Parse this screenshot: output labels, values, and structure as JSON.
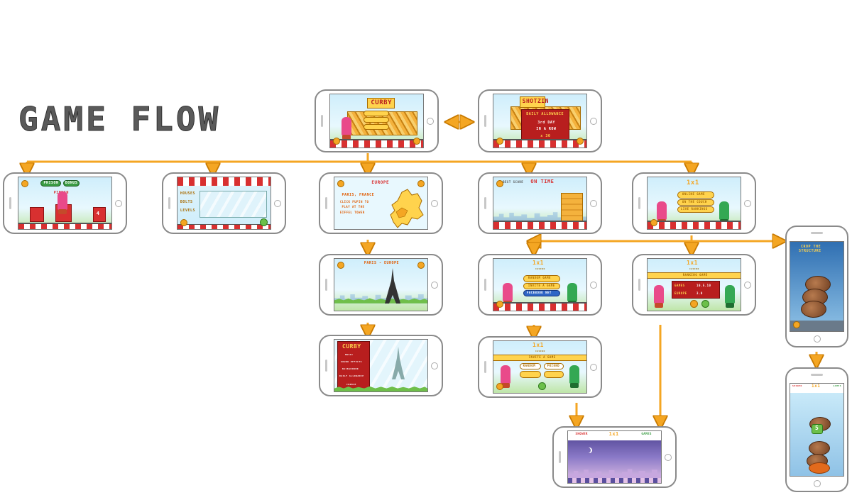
{
  "title": "GAME FLOW",
  "colors": {
    "arrow": "#f4a623",
    "arrow_stroke": "#c87a00",
    "title": "#555555",
    "accent": "#ffd34d",
    "danger": "#d83030",
    "sky": "#cfeefb"
  },
  "screens": {
    "main_menu": {
      "logo": "CURBY"
    },
    "daily": {
      "logo": "SHOTZIN",
      "heading": "DAILY ALLOWANCE",
      "line1": "3rd DAY",
      "line2": "IN A ROW",
      "reward": "x 30"
    },
    "shop": {
      "tab_a": "PRISON",
      "tab_b": "BONUS",
      "name": "PINKIN",
      "count": "4"
    },
    "settings_store": {
      "item1": "HOUSES",
      "item2": "BOLTS",
      "item3": "LEVELS"
    },
    "map": {
      "region": "EUROPE",
      "city": "PARIS, FRANCE",
      "line1": "CLICK PUPIN TO",
      "line2": "PLAY AT THE",
      "line3": "EIFFEL TOWER"
    },
    "on_time": {
      "label": "BEST SCORE",
      "badge": "ON TIME"
    },
    "one_x_one": {
      "logo": "1x1",
      "b1": "ONLINE GAME",
      "b2": "ON THE COUCH",
      "b3": "LIVE RANKINGS"
    },
    "paris_level": {
      "banner": "PARIS - EUROPE"
    },
    "casino": {
      "logo": "1x1",
      "sub": "CASINO",
      "b1": "RANDOM GAME",
      "b2": "INVITE A GAME",
      "b3": "FACEBOOK NET"
    },
    "versus": {
      "logo": "1x1",
      "sub": "CASINO",
      "header": "RANKING GAME",
      "stat1_label": "GAMES",
      "stat1": "10.5.10",
      "stat2_label": "EUROPE",
      "stat2": "3.0"
    },
    "crop": {
      "title1": "CROP THE",
      "title2": "STRUCTURE"
    },
    "pause": {
      "logo": "CURBY",
      "o1": "MUSIC",
      "o2": "SOUND EFFECTS",
      "o3": "BACKGROUND",
      "o4": "DAILY ALLOWANCE",
      "o5": "CURBIE"
    },
    "invite": {
      "logo": "1x1",
      "sub": "CASINO",
      "header": "INVITE A GAME",
      "b1": "RANDOM",
      "b2": "FRIEND"
    },
    "night": {
      "logo": "1x1",
      "left": "SHOWER",
      "right": "GAMES"
    },
    "duel": {
      "logo": "1x1",
      "left": "SHOWER",
      "right": "GAMES",
      "score": "5"
    }
  }
}
